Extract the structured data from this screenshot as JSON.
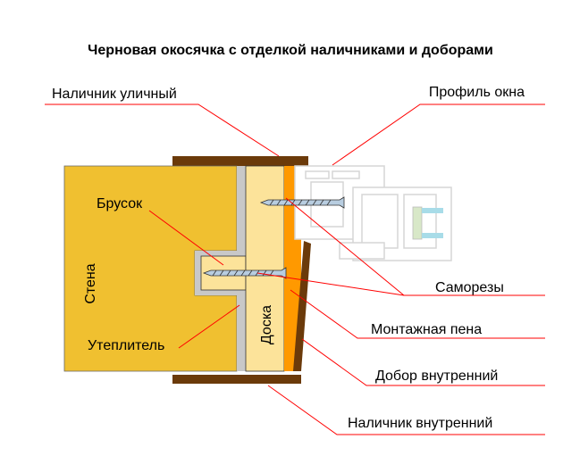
{
  "title": "Черновая окосячка с отделкой наличниками и доборами",
  "labels": {
    "outer_casing": "Наличник уличный",
    "window_profile": "Профиль окна",
    "bar": "Брусок",
    "wall": "Стена",
    "insulation": "Утеплитель",
    "board": "Доска",
    "screws": "Саморезы",
    "foam": "Монтажная пена",
    "inner_extension": "Добор внутренний",
    "inner_casing": "Наличник внутренний"
  },
  "colors": {
    "wall": "#F0C030",
    "board": "#FCE39A",
    "foam": "#FF9900",
    "casing": "#6B3A0A",
    "insulation": "#C8C8C8",
    "leader": "#FF0000"
  }
}
